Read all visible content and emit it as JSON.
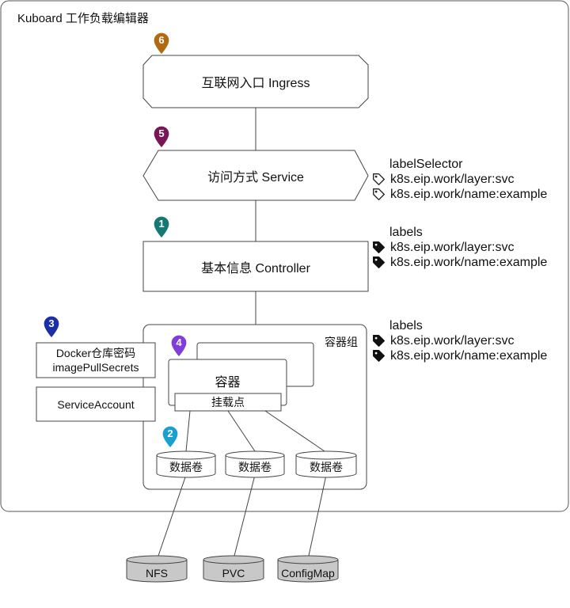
{
  "title": "Kuboard 工作负载编辑器",
  "nodes": {
    "ingress": "互联网入口 Ingress",
    "service": "访问方式 Service",
    "controller": "基本信息 Controller",
    "pod_group": "容器组",
    "container": "容器",
    "mount_point": "挂载点",
    "docker_secret_line1": "Docker仓库密码",
    "docker_secret_line2": "imagePullSecrets",
    "service_account": "ServiceAccount",
    "volumes": [
      "数据卷",
      "数据卷",
      "数据卷"
    ],
    "storage": [
      "NFS",
      "PVC",
      "ConfigMap"
    ]
  },
  "markers": [
    {
      "num": "6",
      "target": "ingress",
      "color": "#b06a12"
    },
    {
      "num": "5",
      "target": "service",
      "color": "#7a1558"
    },
    {
      "num": "1",
      "target": "controller",
      "color": "#157a73"
    },
    {
      "num": "3",
      "target": "docker-secret",
      "color": "#1b2fa8"
    },
    {
      "num": "4",
      "target": "container",
      "color": "#7f3ddb"
    },
    {
      "num": "2",
      "target": "volume",
      "color": "#1aa0cf"
    }
  ],
  "label_blocks": {
    "service_selector": {
      "heading": "labelSelector",
      "icon": "tag-outline-icon",
      "items": [
        "k8s.eip.work/layer:svc",
        "k8s.eip.work/name:example"
      ]
    },
    "controller_labels": {
      "heading": "labels",
      "icon": "tag-filled-icon",
      "items": [
        "k8s.eip.work/layer:svc",
        "k8s.eip.work/name:example"
      ]
    },
    "pod_labels": {
      "heading": "labels",
      "icon": "tag-filled-icon",
      "items": [
        "k8s.eip.work/layer:svc",
        "k8s.eip.work/name:example"
      ]
    }
  },
  "colors": {
    "stroke": "#444444",
    "storage_fill": "#c8c8c8"
  }
}
